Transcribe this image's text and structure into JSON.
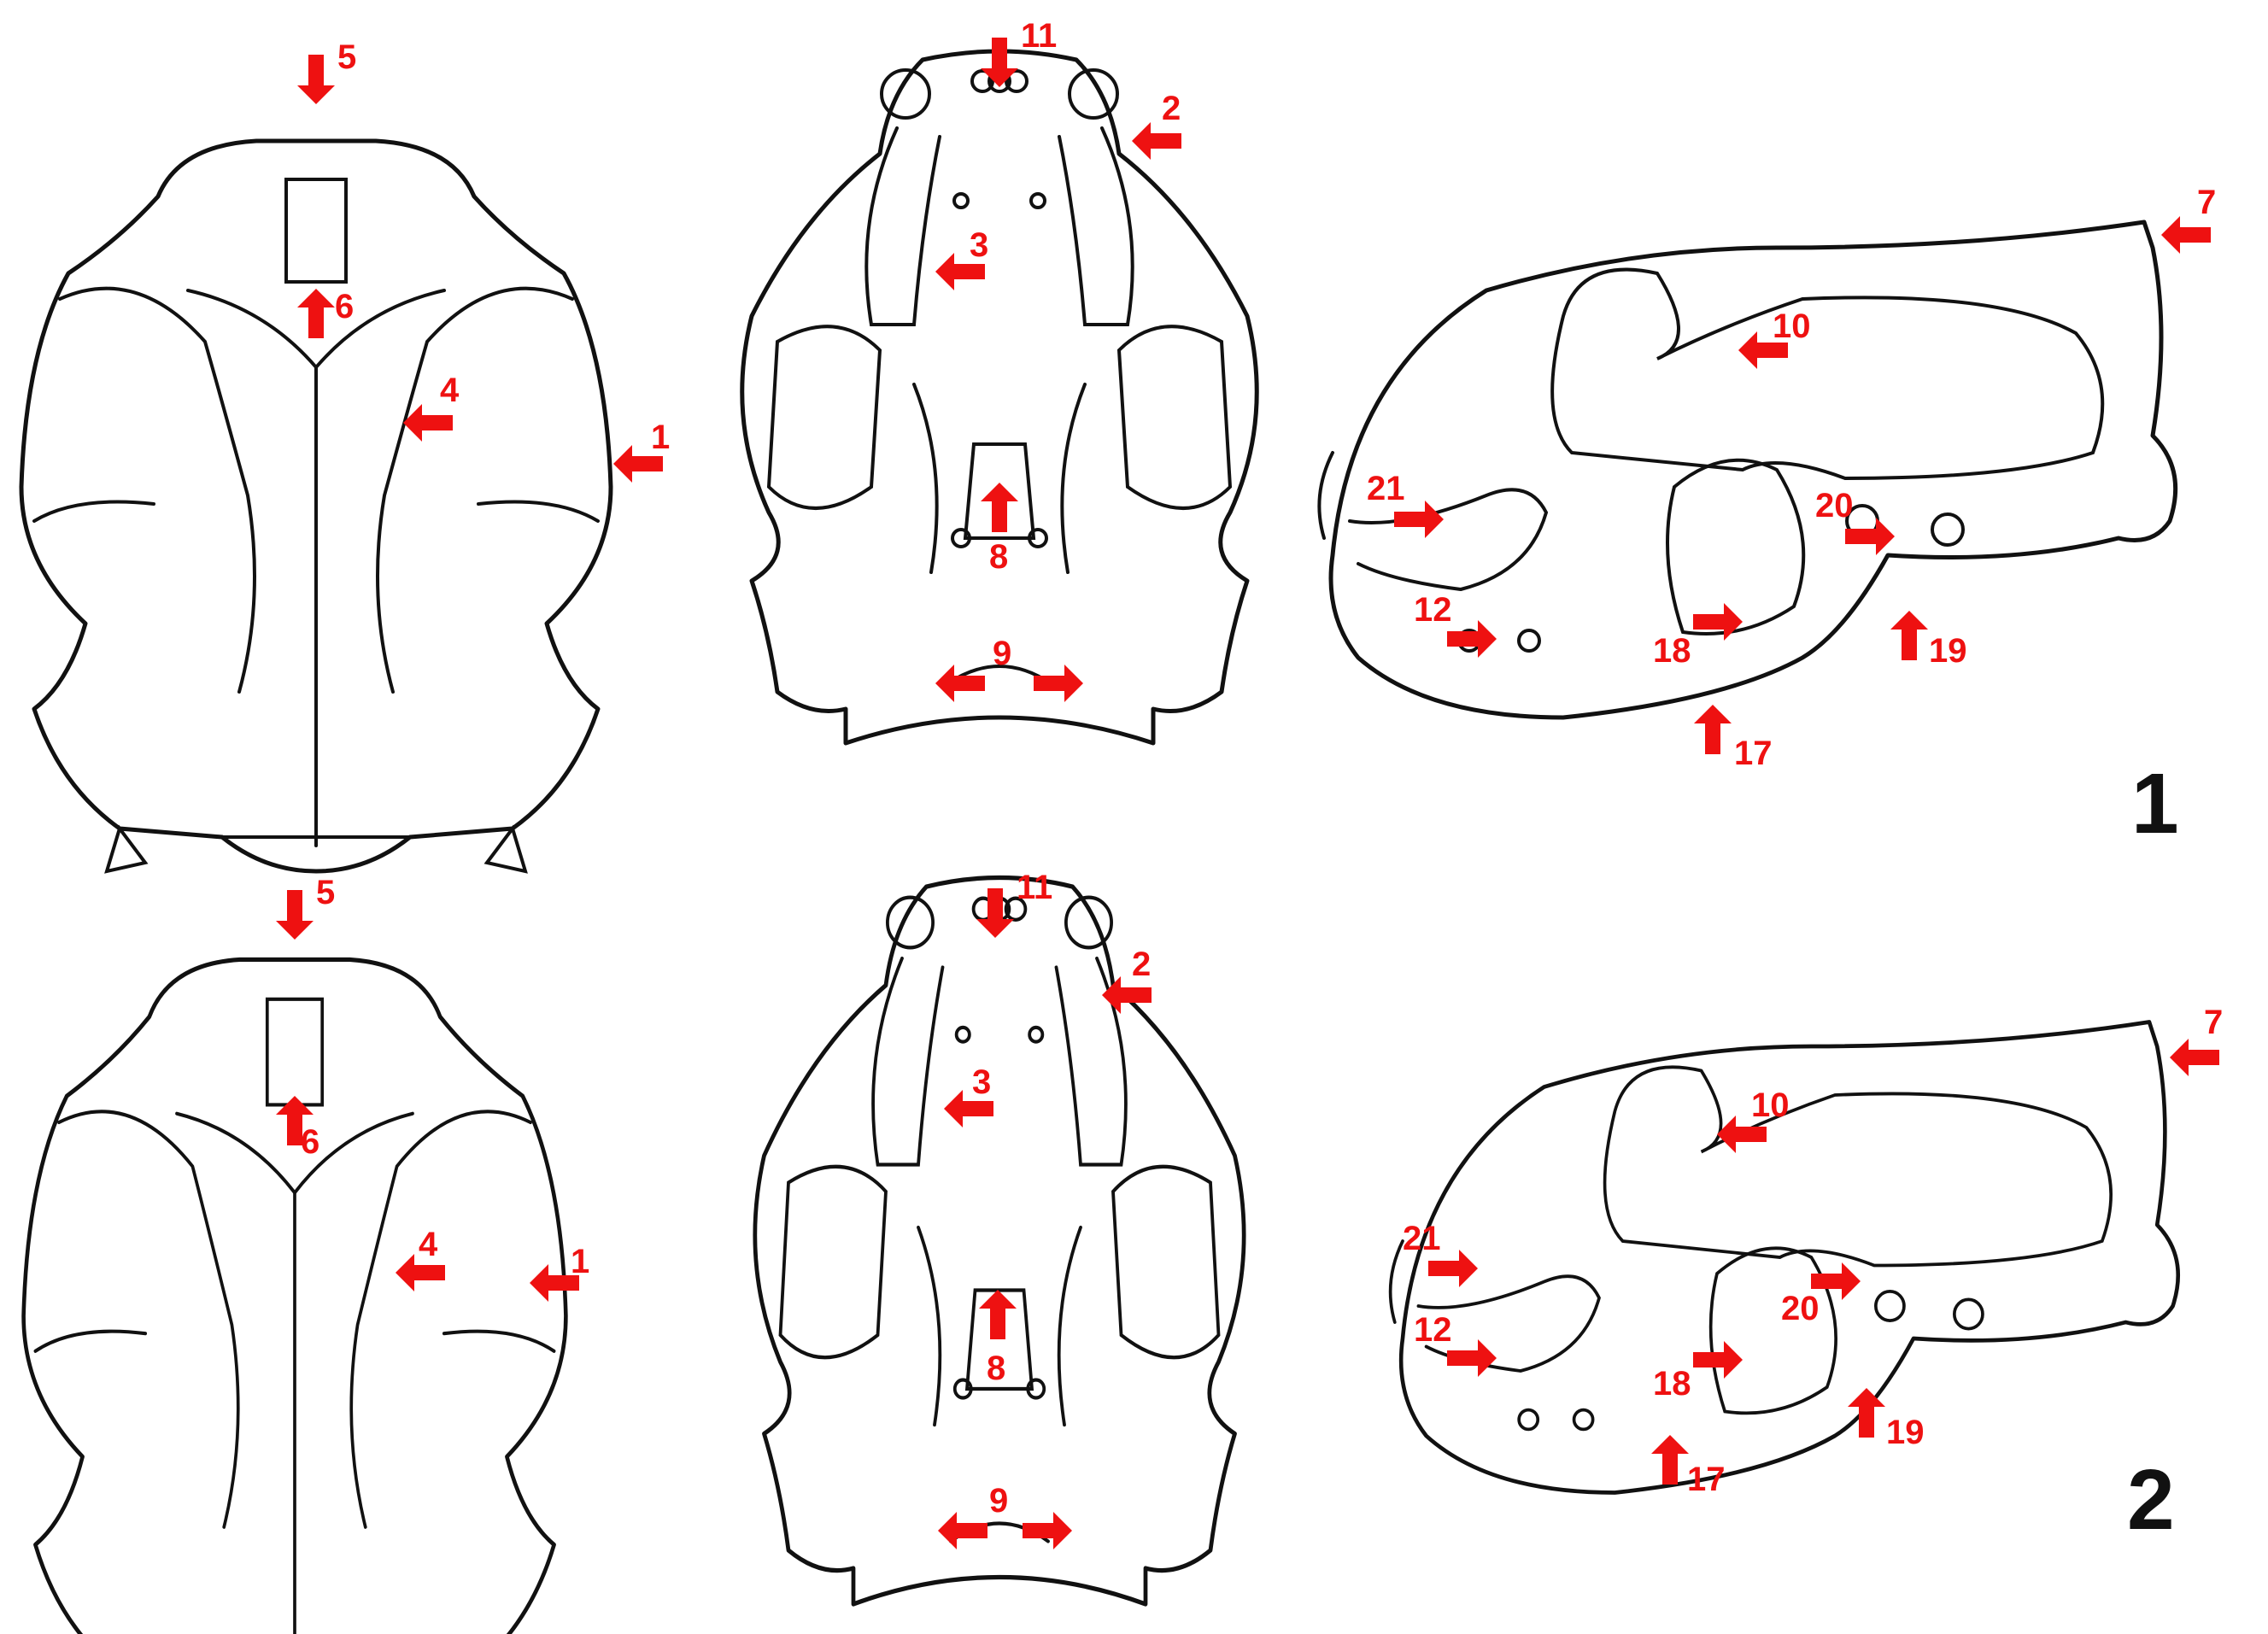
{
  "figure_numbers": [
    "1",
    "2"
  ],
  "colors": {
    "arrow": "#ee1111",
    "outline": "#111111"
  },
  "views": [
    {
      "row": 1,
      "view": "dorsal",
      "labels": [
        "5",
        "6",
        "4",
        "1"
      ]
    },
    {
      "row": 1,
      "view": "ventral",
      "labels": [
        "11",
        "2",
        "3",
        "8",
        "9"
      ]
    },
    {
      "row": 1,
      "view": "lateral",
      "labels": [
        "7",
        "10",
        "21",
        "20",
        "12",
        "18",
        "19",
        "17"
      ]
    },
    {
      "row": 2,
      "view": "dorsal",
      "labels": [
        "5",
        "6",
        "4",
        "1"
      ]
    },
    {
      "row": 2,
      "view": "ventral",
      "labels": [
        "11",
        "2",
        "3",
        "8",
        "9"
      ]
    },
    {
      "row": 2,
      "view": "lateral",
      "labels": [
        "7",
        "10",
        "21",
        "20",
        "12",
        "18",
        "19",
        "17"
      ]
    }
  ]
}
